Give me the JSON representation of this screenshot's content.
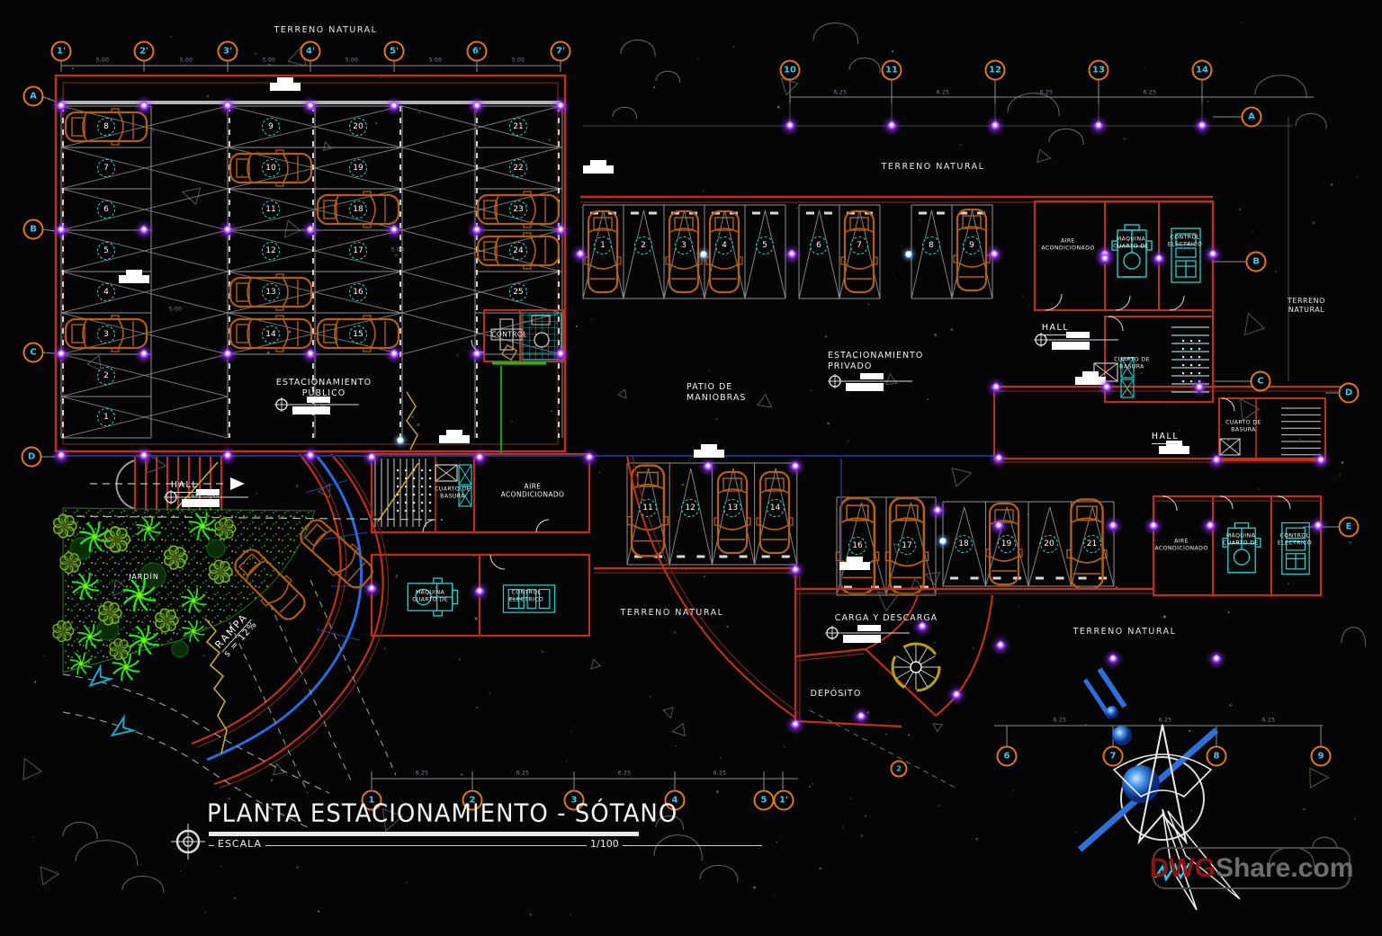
{
  "title": {
    "text": "PLANTA ESTACIONAMIENTO - SÓTANO",
    "escala_label": "ESCALA",
    "escala_value": "1/100"
  },
  "watermark": {
    "part1": "DWG",
    "part2": "Share.com"
  },
  "zones": {
    "terreno_natural": "TERRENO NATURAL",
    "estacionamiento_publico": "ESTACIONAMIENTO\nPÚBLICO",
    "estacionamiento_privado": "ESTACIONAMIENTO\nPRIVADO",
    "patio_de_maniobras": "PATIO DE\nMANIOBRAS",
    "carga_y_descarga": "CARGA Y DESCARGA",
    "deposito": "DEPÓSITO",
    "jardin": "JARDÍN",
    "hall": "HALL",
    "npt_level": "NPT -2.50",
    "rampa_line1": "RAMPA",
    "rampa_line2": "s = 12%"
  },
  "rooms": {
    "control": "CONTROL",
    "cuarto_de_basura": "CUARTO DE\nBASURA",
    "aire_acondicionado": "AIRE\nACONDICIONADO",
    "maquina_cuarto_de": "MÁQUINA\nCUARTO DE",
    "control_electrico": "CONTROL\nELÉCTRICO"
  },
  "grid_bubbles": {
    "top": [
      "1'",
      "2'",
      "3'",
      "4'",
      "5'",
      "6'",
      "7'"
    ],
    "top_right": [
      "10",
      "11",
      "12",
      "13",
      "14"
    ],
    "bottom": [
      "1",
      "2",
      "3",
      "4",
      "5",
      "1'"
    ],
    "bottom_right": [
      "6",
      "7",
      "8",
      "9"
    ],
    "bottom_extra": "2",
    "left": [
      "A",
      "B",
      "C",
      "D"
    ],
    "right": [
      "A",
      "B",
      "C",
      "D",
      "E"
    ]
  },
  "stalls": {
    "left_col1": [
      "8",
      "7",
      "6",
      "5",
      "4",
      "3",
      "2",
      "1"
    ],
    "left_col2": [
      "9",
      "10",
      "11",
      "12",
      "13",
      "14"
    ],
    "left_col3": [
      "20",
      "19",
      "18",
      "17",
      "16",
      "15"
    ],
    "left_col4": [
      "21",
      "22",
      "23",
      "24",
      "25"
    ],
    "top_row": [
      "1",
      "2",
      "3",
      "4",
      "5",
      "6",
      "7",
      "8",
      "9"
    ],
    "mid_row": [
      "11",
      "12",
      "13",
      "14"
    ],
    "low_row_a": [
      "16",
      "17"
    ],
    "low_row_b": [
      "18",
      "19",
      "20",
      "21"
    ]
  },
  "dimensions": {
    "bay": "5.00",
    "bay_wide": "6.25"
  }
}
